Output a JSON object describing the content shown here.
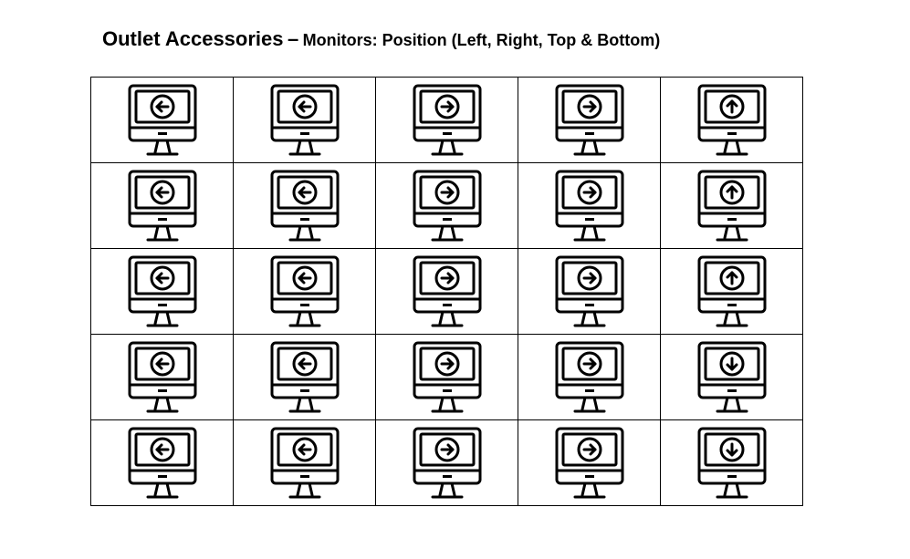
{
  "header": {
    "title": "Outlet Accessories",
    "separator": "–",
    "subtitle": "Monitors: Position (Left, Right, Top & Bottom)"
  },
  "grid": {
    "rows": [
      [
        "left",
        "left",
        "right",
        "right",
        "up"
      ],
      [
        "left",
        "left",
        "right",
        "right",
        "up"
      ],
      [
        "left",
        "left",
        "right",
        "right",
        "up"
      ],
      [
        "left",
        "left",
        "right",
        "right",
        "down"
      ],
      [
        "left",
        "left",
        "right",
        "right",
        "down"
      ]
    ]
  },
  "icon": {
    "name": "monitor-arrow-icon",
    "color": "#000000"
  }
}
